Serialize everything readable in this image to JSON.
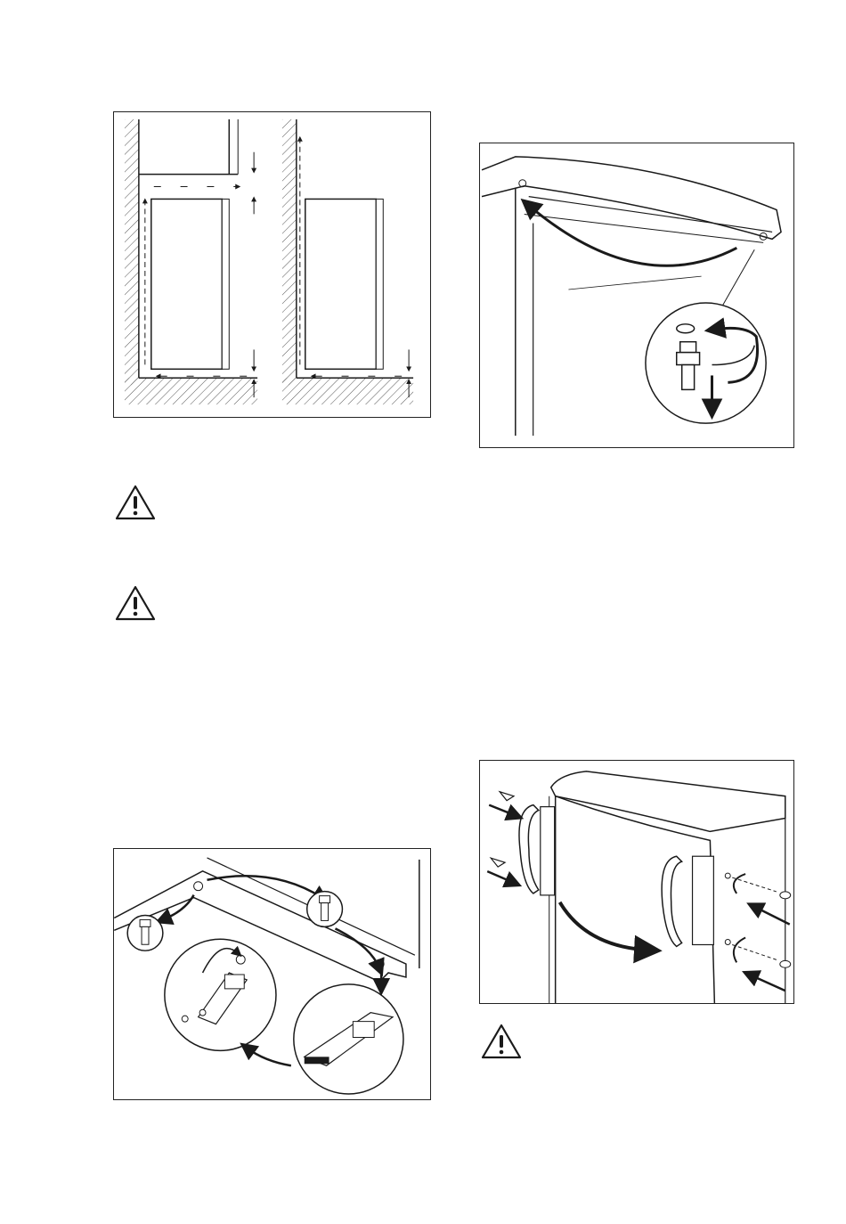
{
  "figures": [
    {
      "id": "ventilation",
      "icon": "ventilation-clearance-diagram"
    },
    {
      "id": "hinge-cap",
      "icon": "door-hinge-pin-diagram"
    },
    {
      "id": "hinge-move",
      "icon": "hinge-relocation-diagram"
    },
    {
      "id": "handle",
      "icon": "door-handle-reversal-diagram"
    }
  ],
  "warnings": [
    {
      "icon": "warning-triangle-icon"
    },
    {
      "icon": "warning-triangle-icon"
    },
    {
      "icon": "warning-triangle-icon"
    }
  ],
  "colors": {
    "line": "#1a1a1a",
    "hatch": "#555555",
    "background": "#ffffff"
  }
}
